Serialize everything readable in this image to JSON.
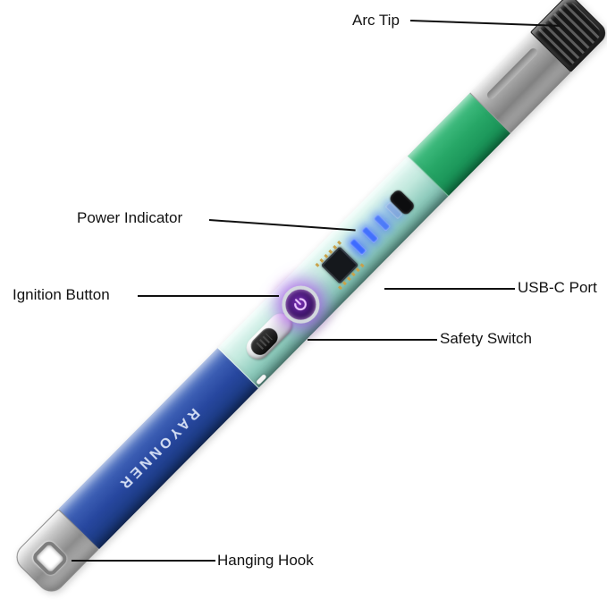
{
  "labels": {
    "arc_tip": "Arc Tip",
    "power_indicator": "Power Indicator",
    "ignition_button": "Ignition Button",
    "usb_c_port": "USB-C Port",
    "safety_switch": "Safety Switch",
    "hanging_hook": "Hanging Hook"
  },
  "product": {
    "brand": "RAYONNER"
  },
  "colors": {
    "body_blue": "#27479f",
    "accent_green": "#27a767",
    "window_teal": "#bee8dc",
    "metal_gray": "#a8a8a8",
    "button_glow": "#a848eb",
    "led_blue": "#3d6bff"
  }
}
